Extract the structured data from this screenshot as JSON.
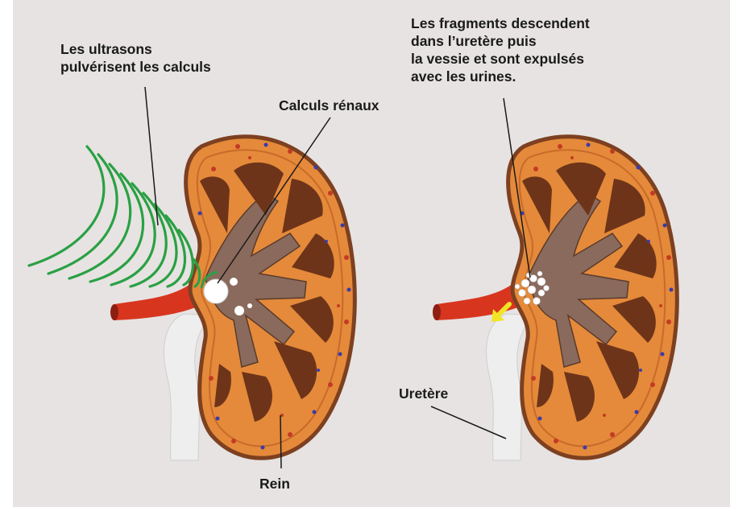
{
  "labels": {
    "ultrasons": "Les ultrasons\npulvérisent les calculs",
    "calculs": "Calculs rénaux",
    "fragments": "Les fragments descendent\ndans l’uretère puis\nla vessie et sont expulsés\navec les urines.",
    "uretere": "Uretère",
    "rein": "Rein"
  },
  "colors": {
    "background": "#e6e3e2",
    "kidney_outer": "#e58a3a",
    "kidney_rim": "#7d4020",
    "medulla_pyramid": "#6e3419",
    "renal_pelvis": "#8a6a5c",
    "artery": "#d8351f",
    "ureter": "#eeeeee",
    "ultrasound_waves": "#2aa043",
    "stones": "#ffffff",
    "arrow": "#f2e424",
    "vessel_dots_red": "#c43a25",
    "vessel_dots_blue": "#3a3ca8"
  },
  "icons": {
    "ultrasound": "ultrasound-waves-icon",
    "flow_arrow": "downward-arrow-icon"
  }
}
